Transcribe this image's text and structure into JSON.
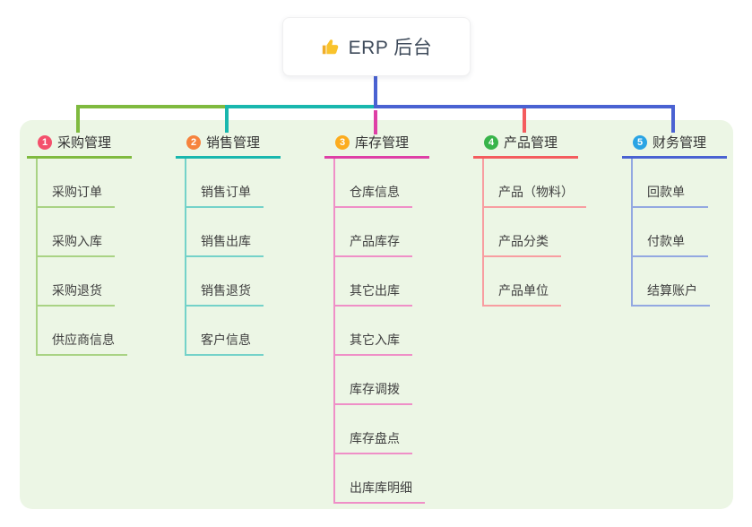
{
  "root": {
    "label": "ERP 后台",
    "icon": "thumbs-up-icon",
    "icon_color": "#f9c32c",
    "stem_color": "#4a62d2"
  },
  "panel_color": "#ecf6e5",
  "branches": [
    {
      "num": "1",
      "label": "采购管理",
      "badge_color": "#f4506c",
      "line_color": "#7fba3f",
      "child_line_color": "#a9d384",
      "children": [
        "采购订单",
        "采购入库",
        "采购退货",
        "供应商信息"
      ]
    },
    {
      "num": "2",
      "label": "销售管理",
      "badge_color": "#f6833d",
      "line_color": "#19b7ae",
      "child_line_color": "#74d2c9",
      "children": [
        "销售订单",
        "销售出库",
        "销售退货",
        "客户信息"
      ]
    },
    {
      "num": "3",
      "label": "库存管理",
      "badge_color": "#fcac1e",
      "line_color": "#de3fa6",
      "child_line_color": "#ef8fc7",
      "children": [
        "仓库信息",
        "产品库存",
        "其它出库",
        "其它入库",
        "库存调拨",
        "库存盘点",
        "出库库明细"
      ]
    },
    {
      "num": "4",
      "label": "产品管理",
      "badge_color": "#38b44a",
      "line_color": "#f45c5e",
      "child_line_color": "#f89da1",
      "children": [
        "产品（物料）",
        "产品分类",
        "产品单位"
      ]
    },
    {
      "num": "5",
      "label": "财务管理",
      "badge_color": "#2aa4e4",
      "line_color": "#4a62d2",
      "child_line_color": "#93a8e1",
      "children": [
        "回款单",
        "付款单",
        "结算账户"
      ]
    }
  ]
}
